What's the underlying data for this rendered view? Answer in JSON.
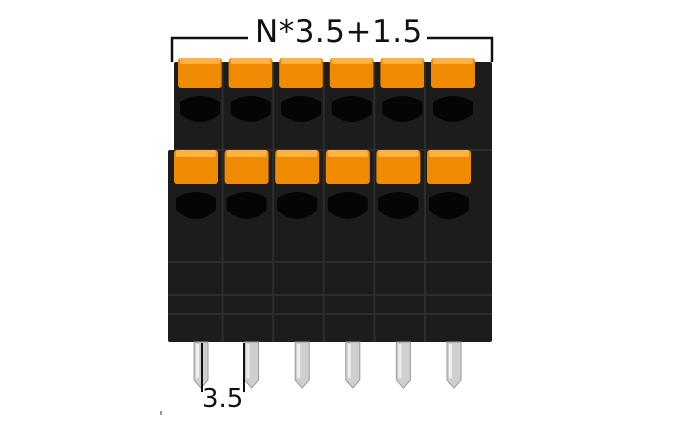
{
  "dimensions": {
    "overall_width_formula": "N*3.5+1.5",
    "pitch": "3.5"
  },
  "product": {
    "pole_count": 6,
    "levers_per_pole": 2
  },
  "colors": {
    "housing": "#1c1c1c",
    "housing_edge": "#2d2d2d",
    "hole": "#050505",
    "lever": "#f08a00",
    "lever_highlight": "#ffb347",
    "pin": "#cfcfcf",
    "dimension_line": "#111111"
  }
}
